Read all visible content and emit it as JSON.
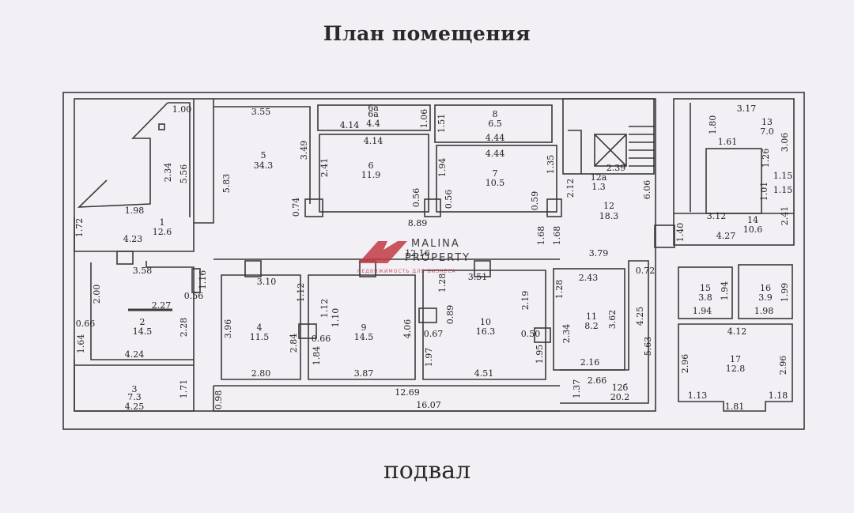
{
  "title": "План помещения",
  "floor_label": "подвал",
  "watermark": {
    "brand_line1": "MALINA",
    "brand_line2": "PROPERTY",
    "tagline": "НЕДВИЖИМОСТЬ ДЛЯ БИЗНЕСА",
    "color": "#c23b45"
  },
  "rooms": [
    {
      "id": "room-1",
      "number": "1",
      "area": "12.6"
    },
    {
      "id": "room-2",
      "number": "2",
      "area": "14.5"
    },
    {
      "id": "room-3",
      "number": "3",
      "area": "7.3"
    },
    {
      "id": "room-4",
      "number": "4",
      "area": "11.5"
    },
    {
      "id": "room-5",
      "number": "5",
      "area": "34.3"
    },
    {
      "id": "room-6",
      "number": "6",
      "area": "11.9"
    },
    {
      "id": "room-6a",
      "number": "6а",
      "area": "4.4"
    },
    {
      "id": "room-7",
      "number": "7",
      "area": "10.5"
    },
    {
      "id": "room-8",
      "number": "8",
      "area": "6.5"
    },
    {
      "id": "room-9",
      "number": "9",
      "area": "14.5"
    },
    {
      "id": "room-10",
      "number": "10",
      "area": "16.3"
    },
    {
      "id": "room-11",
      "number": "11",
      "area": "8.2"
    },
    {
      "id": "room-12",
      "number": "12",
      "area": "18.3"
    },
    {
      "id": "room-12a",
      "number": "12а",
      "area": "1.3"
    },
    {
      "id": "room-12b",
      "number": "12б",
      "area": "20.2"
    },
    {
      "id": "room-13",
      "number": "13",
      "area": "7.0"
    },
    {
      "id": "room-14",
      "number": "14",
      "area": "10.6"
    },
    {
      "id": "room-15",
      "number": "15",
      "area": "3.8"
    },
    {
      "id": "room-16",
      "number": "16",
      "area": "3.9"
    },
    {
      "id": "room-17",
      "number": "17",
      "area": "12.8"
    }
  ],
  "measurements": [
    "1.00",
    "5.56",
    "2.34",
    "1.98",
    "1.72",
    "4.23",
    "3.58",
    "2.00",
    "1.16",
    "0.56",
    "2.27",
    "0.66",
    "1.64",
    "2.28",
    "4.24",
    "1.71",
    "4.25",
    "3.55",
    "3.49",
    "5.83",
    "0.74",
    "8.89",
    "6а",
    "4.14",
    "1.06",
    "4.14",
    "2.41",
    "0.56",
    "1.51",
    "4.44",
    "4.44",
    "1.94",
    "0.56",
    "1.35",
    "0.59",
    "12.16",
    "3.10",
    "1.12",
    "3.96",
    "2.84",
    "2.80",
    "0.66",
    "1.84",
    "1.10",
    "1.12",
    "3.87",
    "4.06",
    "1.28",
    "0.89",
    "3.51",
    "0.67",
    "1.97",
    "2.19",
    "0.50",
    "1.95",
    "4.51",
    "12.69",
    "16.07",
    "0.98",
    "1.37",
    "2.66",
    "1.68",
    "1.68",
    "2.12",
    "2.39",
    "6.06",
    "3.79",
    "2.43",
    "1.28",
    "2.34",
    "3.62",
    "2.16",
    "0.72",
    "4.25",
    "5.63",
    "3.17",
    "1.80",
    "1.61",
    "3.06",
    "1.26",
    "1.15",
    "1.01",
    "1.15",
    "3.12",
    "2.41",
    "1.40",
    "4.27",
    "1.94",
    "1.99",
    "1.94",
    "1.98",
    "4.12",
    "2.96",
    "2.96",
    "1.13",
    "1.81",
    "1.18"
  ]
}
